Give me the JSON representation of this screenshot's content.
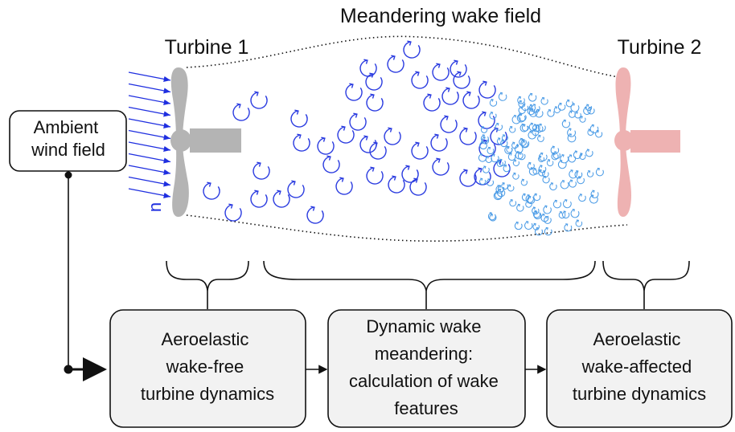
{
  "title": "Meandering wake field",
  "turbine1": {
    "label": "Turbine 1",
    "color": "#b4b4b4"
  },
  "turbine2": {
    "label": "Turbine 2",
    "color": "#eeb2b2"
  },
  "ambient": {
    "lines": [
      "Ambient",
      "wind field"
    ]
  },
  "inflow_symbol": "u",
  "boxes": {
    "wake_free": {
      "lines": [
        "Aeroelastic",
        "wake-free",
        "turbine dynamics"
      ]
    },
    "meandering": {
      "lines": [
        "Dynamic wake",
        "meandering:",
        "calculation of wake",
        "features"
      ]
    },
    "wake_affected": {
      "lines": [
        "Aeroelastic",
        "wake-affected",
        "turbine dynamics"
      ]
    }
  },
  "colors": {
    "wind_arrows": "#1f2fe0",
    "large_eddies": "#2a3be0",
    "small_eddies": "#4a9be6",
    "outline": "#111111"
  }
}
